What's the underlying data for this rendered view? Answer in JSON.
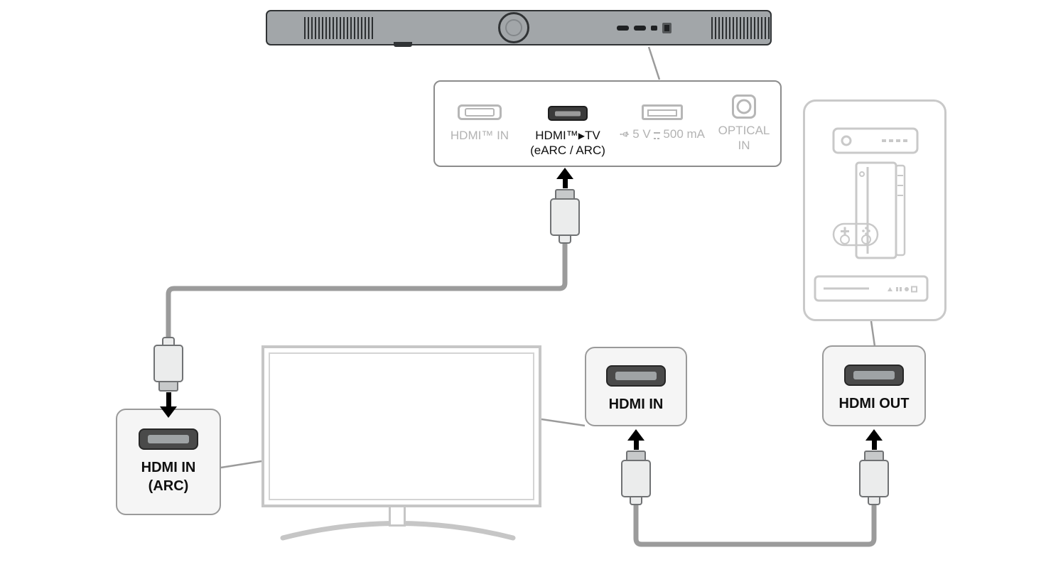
{
  "soundbar": {
    "name": "soundbar rear view"
  },
  "panel": {
    "ports": [
      {
        "id": "hdmi-in",
        "label": "HDMI™ IN",
        "state": "inactive"
      },
      {
        "id": "hdmi-tv",
        "label_left": "HDMI™",
        "label_right": "TV",
        "sublabel": "(eARC / ARC)",
        "state": "active"
      },
      {
        "id": "usb",
        "volts": "5 V",
        "current": "500 mA",
        "state": "inactive"
      },
      {
        "id": "optical",
        "line1": "OPTICAL",
        "line2": "IN",
        "state": "inactive"
      }
    ]
  },
  "callouts": {
    "tv_arc": {
      "line1": "HDMI IN",
      "line2": "(ARC)"
    },
    "tv_in": {
      "label": "HDMI IN"
    },
    "device_out": {
      "label": "HDMI OUT"
    }
  },
  "colors": {
    "cable": "#9b9b9b",
    "outline_gray": "#8c8c8c",
    "inactive_gray": "#b3b3b3",
    "light_gray": "#c9c9c9",
    "soundbar_gray": "#a2a6a9",
    "callout_bg": "#f5f5f5",
    "arrow_black": "#000000"
  }
}
